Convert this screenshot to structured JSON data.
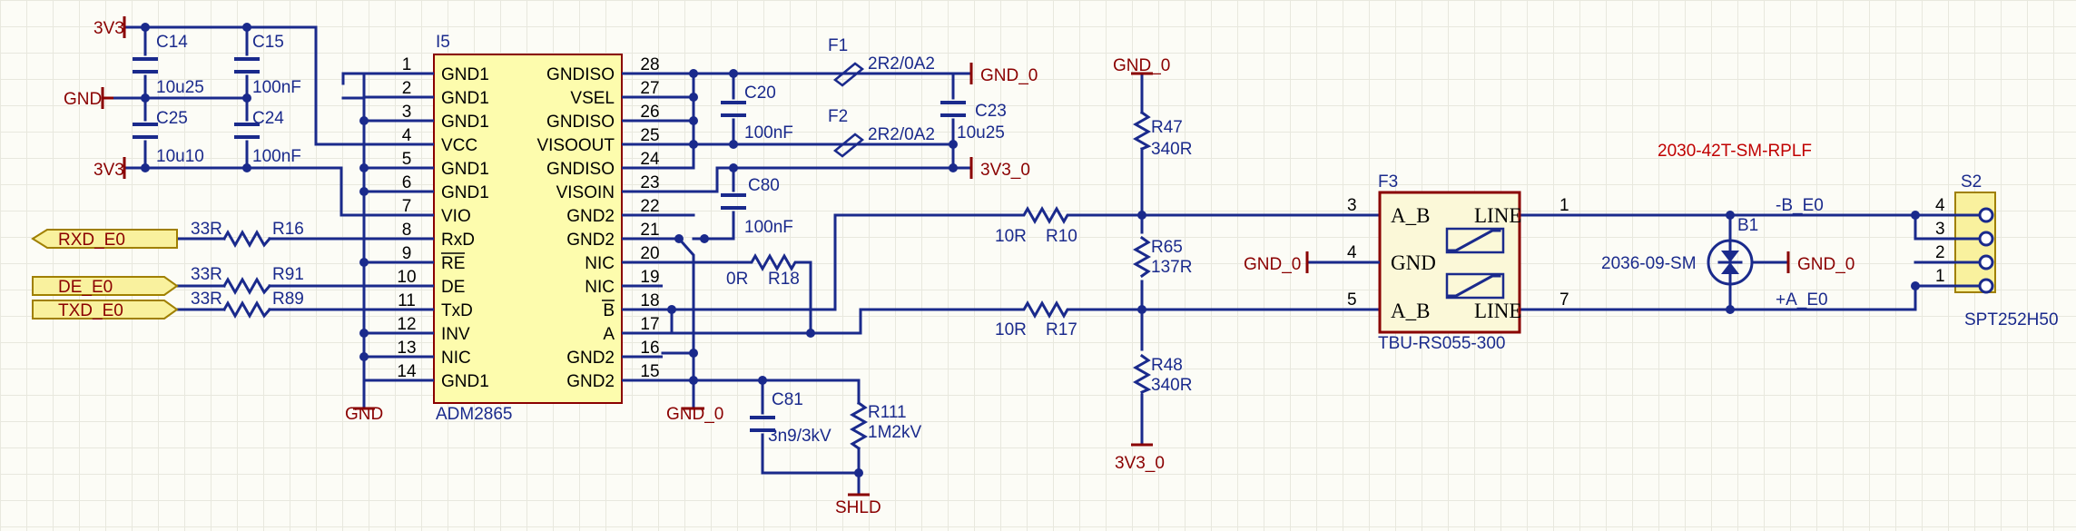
{
  "nets": {
    "v3": "3V3",
    "gnd": "GND",
    "gnd0": "GND_0",
    "v3_0": "3V3_0",
    "shld": "SHLD",
    "rxd": "RXD_E0",
    "de": "DE_E0",
    "txd": "TXD_E0",
    "b_e0": "-B_E0",
    "a_e0": "+A_E0"
  },
  "u1": {
    "ref": "I5",
    "part": "ADM2865",
    "left_pins": [
      {
        "num": "1",
        "name": "GND1"
      },
      {
        "num": "2",
        "name": "GND1"
      },
      {
        "num": "3",
        "name": "GND1"
      },
      {
        "num": "4",
        "name": "VCC"
      },
      {
        "num": "5",
        "name": "GND1"
      },
      {
        "num": "6",
        "name": "GND1"
      },
      {
        "num": "7",
        "name": "VIO"
      },
      {
        "num": "8",
        "name": "RxD"
      },
      {
        "num": "9",
        "name": "RE"
      },
      {
        "num": "10",
        "name": "DE"
      },
      {
        "num": "11",
        "name": "TxD"
      },
      {
        "num": "12",
        "name": "INV"
      },
      {
        "num": "13",
        "name": "NIC"
      },
      {
        "num": "14",
        "name": "GND1"
      }
    ],
    "right_pins": [
      {
        "num": "28",
        "name": "GNDISO"
      },
      {
        "num": "27",
        "name": "VSEL"
      },
      {
        "num": "26",
        "name": "GNDISO"
      },
      {
        "num": "25",
        "name": "VISOOUT"
      },
      {
        "num": "24",
        "name": "GNDISO"
      },
      {
        "num": "23",
        "name": "VISOIN"
      },
      {
        "num": "22",
        "name": "GND2"
      },
      {
        "num": "21",
        "name": "GND2"
      },
      {
        "num": "20",
        "name": "NIC"
      },
      {
        "num": "19",
        "name": "NIC"
      },
      {
        "num": "18",
        "name": "B"
      },
      {
        "num": "17",
        "name": "A"
      },
      {
        "num": "16",
        "name": "GND2"
      },
      {
        "num": "15",
        "name": "GND2"
      }
    ]
  },
  "caps": {
    "c14": {
      "ref": "C14",
      "value": "10u25"
    },
    "c15": {
      "ref": "C15",
      "value": "100nF"
    },
    "c25": {
      "ref": "C25",
      "value": "10u10"
    },
    "c24": {
      "ref": "C24",
      "value": "100nF"
    },
    "c20": {
      "ref": "C20",
      "value": "100nF"
    },
    "c23": {
      "ref": "C23",
      "value": "10u25"
    },
    "c80": {
      "ref": "C80",
      "value": "100nF"
    },
    "c81": {
      "ref": "C81",
      "value": "3n9/3kV"
    }
  },
  "fuses": {
    "f1": {
      "ref": "F1",
      "value": "2R2/0A2"
    },
    "f2": {
      "ref": "F2",
      "value": "2R2/0A2"
    }
  },
  "resistors": {
    "r16": {
      "ref": "R16",
      "value": "33R"
    },
    "r91": {
      "ref": "R91",
      "value": "33R"
    },
    "r89": {
      "ref": "R89",
      "value": "33R"
    },
    "r18": {
      "ref": "R18",
      "value": "0R"
    },
    "r111": {
      "ref": "R111",
      "value": "1M2kV"
    },
    "r10": {
      "ref": "R10",
      "value": "10R"
    },
    "r17": {
      "ref": "R17",
      "value": "10R"
    },
    "r47": {
      "ref": "R47",
      "value": "340R"
    },
    "r65": {
      "ref": "R65",
      "value": "137R"
    },
    "r48": {
      "ref": "R48",
      "value": "340R"
    }
  },
  "tbu": {
    "ref": "F3",
    "part": "TBU-RS055-300",
    "pin3": "3",
    "pin4": "4",
    "pin5": "5",
    "pin1": "1",
    "pin7": "7",
    "ab_top": "A_B",
    "ab_bot": "A_B",
    "gnd": "GND",
    "line_top": "LINE",
    "line_bot": "LINE"
  },
  "tvs": {
    "ref": "B1",
    "part": "2036-09-SM"
  },
  "connector": {
    "ref": "S2",
    "part": "SPT252H50",
    "pins": [
      "4",
      "3",
      "2",
      "1"
    ]
  },
  "note": "2030-42T-SM-RPLF"
}
